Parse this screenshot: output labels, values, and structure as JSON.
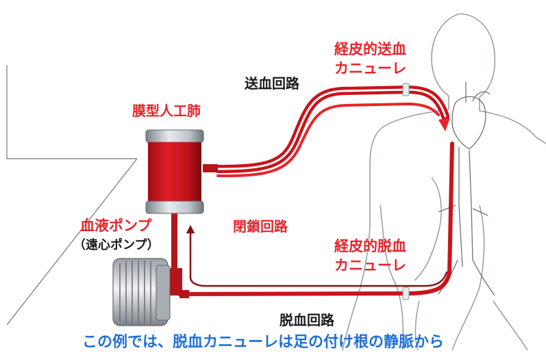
{
  "diagram": {
    "labels": {
      "top_caption": "",
      "percutaneous_return_cannula_line1": "経皮的送血",
      "percutaneous_return_cannula_line2": "カニューレ",
      "return_circuit": "送血回路",
      "membrane_oxygenator": "膜型人工肺",
      "blood_pump": "血液ポンプ",
      "centrifugal_pump": "（遠心ポンプ）",
      "closed_circuit": "閉鎖回路",
      "percutaneous_drainage_cannula_line1": "経皮的脱血",
      "percutaneous_drainage_cannula_line2": "カニューレ",
      "drainage_circuit": "脱血回路",
      "bottom_caption": "この例では、脱血カニューレは足の付け根の静脈から"
    },
    "colors": {
      "accent_red": "#e8242b",
      "tube_red": "#c8141c",
      "dark_red": "#8a0e12",
      "caption_blue": "#1e6fd9",
      "outline_gray": "#8a8f96"
    }
  }
}
